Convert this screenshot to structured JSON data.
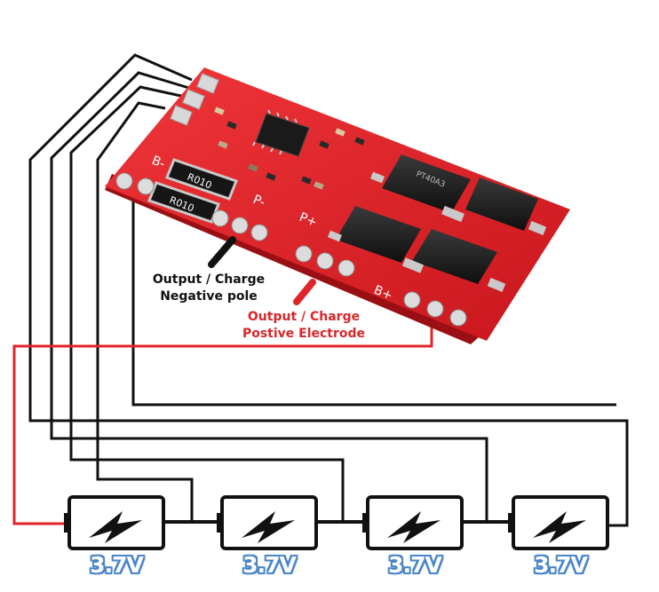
{
  "labels": {
    "negative_line1": "Output / Charge",
    "negative_line2": "Negative pole",
    "positive_line1": "Output / Charge",
    "positive_line2": "Postive Electrode"
  },
  "board": {
    "pad_b_minus": "B-",
    "pad_p_minus": "P-",
    "pad_p_plus": "P+",
    "pad_b_plus": "B+",
    "resistor_1": "R010",
    "resistor_2": "R010",
    "mosfet_marking": "PT40A3"
  },
  "batteries": [
    {
      "voltage": "3.7V"
    },
    {
      "voltage": "3.7V"
    },
    {
      "voltage": "3.7V"
    },
    {
      "voltage": "3.7V"
    }
  ],
  "colors": {
    "pcb": "#e01f26",
    "pad": "#d8d8d8",
    "wire_black": "#111111",
    "wire_red": "#e0242a",
    "negative_text": "#111111",
    "positive_text": "#d8262a",
    "voltage_outline": "#4a86c8"
  },
  "icons": {
    "battery": "lightning-bolt-battery-icon"
  }
}
